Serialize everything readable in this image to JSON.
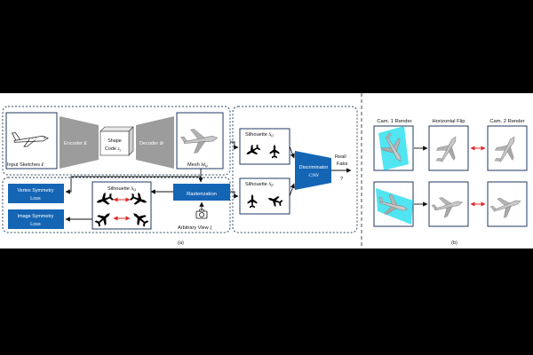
{
  "panel_a": {
    "caption": "(a)",
    "input_sketches_label": "Input Sketches ",
    "input_sketches_symbol": "I",
    "encoder_label": "Encoder ",
    "encoder_symbol": "E",
    "shape_code_line1": "Shape",
    "shape_code_line2": "Code ",
    "shape_code_symbol": "z",
    "shape_code_sub": "s",
    "decoder_label": "Decoder ",
    "decoder_symbol": "D",
    "mesh_label": "Mesh ",
    "mesh_symbol": "M",
    "mesh_sub": "Θ",
    "silhouette_o_label": "Silhouette ",
    "silhouette_o_symbol": "S",
    "silhouette_o_sub": "O",
    "silhouette_p_label": "Silhouette ",
    "silhouette_p_symbol": "S",
    "silhouette_p_sub": "P",
    "silhouette_theta_label": "Silhouette ",
    "silhouette_theta_symbol": "S",
    "silhouette_theta_sub": "Θ",
    "discriminator_label": "Discriminator",
    "discriminator_sub": "CNN",
    "real_fake_line1": "Real/",
    "real_fake_line2": "Fake",
    "question_mark": "?",
    "rasterization_label": "Rasterization",
    "arbitrary_view_label": "Arbitrary View ",
    "arbitrary_view_symbol": "ξ",
    "vertex_symmetry_line1": "Vertex Symmetry",
    "vertex_symmetry_line2": "Loss",
    "image_symmetry_line1": "Image Symmetry",
    "image_symmetry_line2": "Loss"
  },
  "panel_b": {
    "caption": "(b)",
    "col1_header": "Cam. 1 Render",
    "col2_header": "Horizontal Flip",
    "col3_header": "Cam. 2 Render"
  },
  "colors": {
    "blue_block": "#1565b5",
    "gray_block": "#9c9c9c",
    "dashed_border": "#2f4a5c",
    "box_border": "#1f3a60",
    "cyan_plane": "#33e0f0",
    "red_arrow": "#e02828",
    "background": "#ffffff",
    "frame": "#000000"
  },
  "icons": [
    "airplane-sketch-icon",
    "airplane-render-icon",
    "airplane-silhouette-icon",
    "camera-icon",
    "cyan-plane-icon"
  ]
}
